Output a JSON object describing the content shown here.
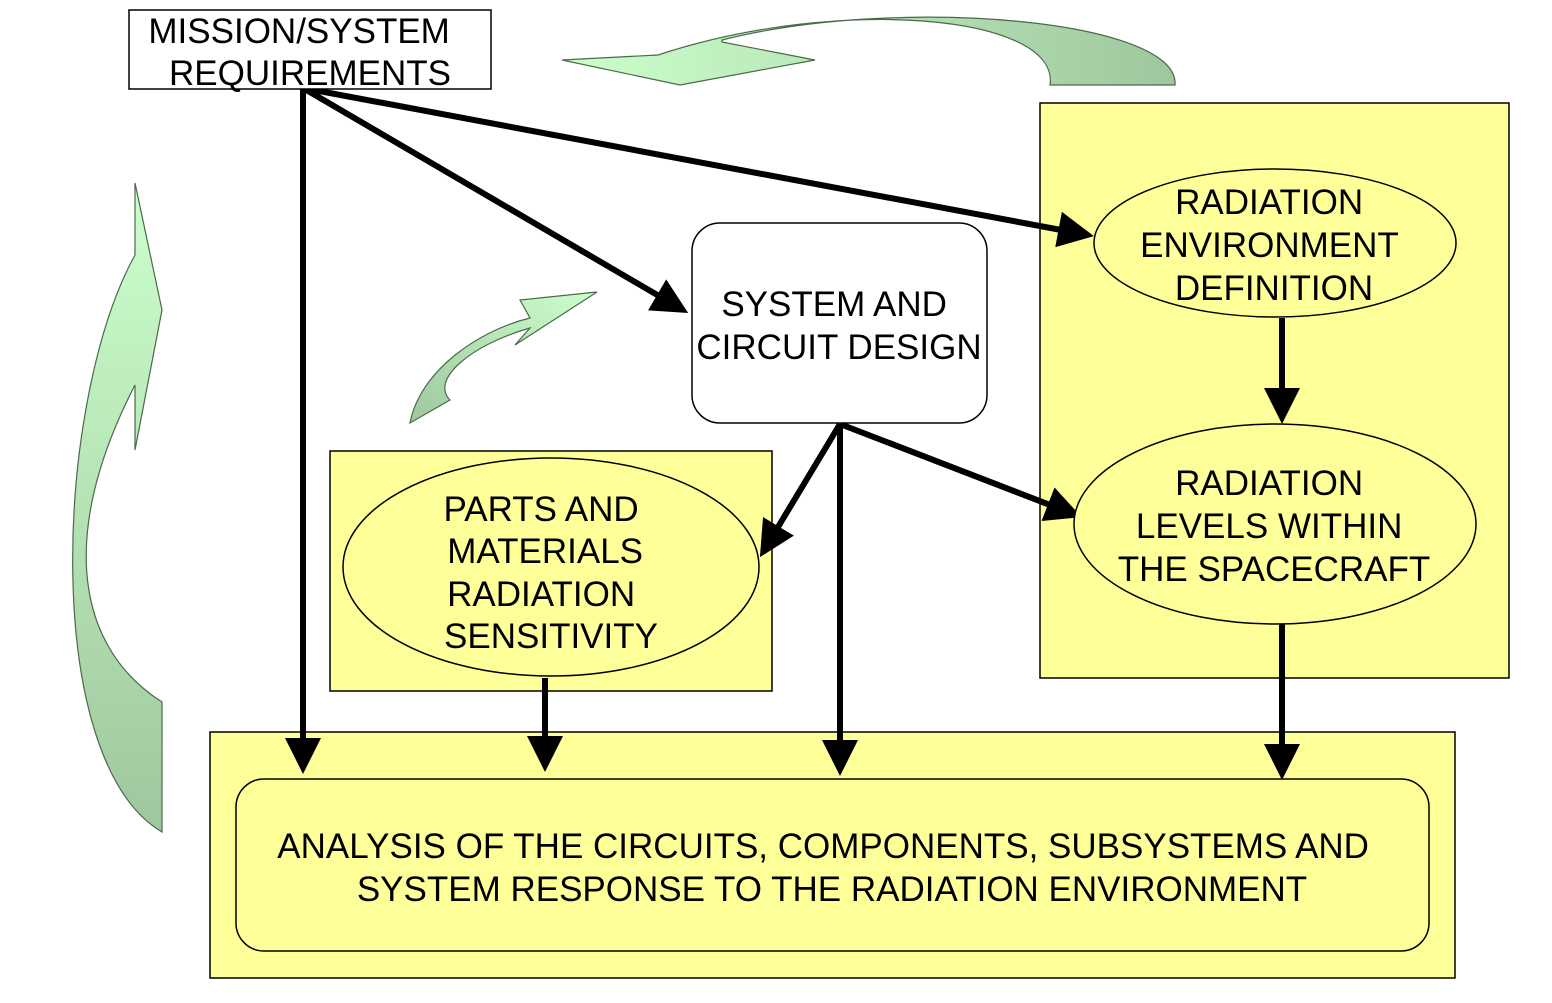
{
  "colors": {
    "panel_fill": "#ffff99",
    "light_green": "#ccffcc",
    "dark_green": "#a0c8a0",
    "line": "#000000"
  },
  "nodes": {
    "mission_requirements": [
      "MISSION/SYSTEM",
      "REQUIREMENTS"
    ],
    "system_circuit_design": [
      "SYSTEM AND",
      "CIRCUIT DESIGN"
    ],
    "radiation_environment": [
      "RADIATION",
      "ENVIRONMENT",
      "DEFINITION"
    ],
    "radiation_levels": [
      "RADIATION",
      "LEVELS WITHIN",
      "THE SPACECRAFT"
    ],
    "parts_materials": [
      "PARTS AND",
      "MATERIALS",
      "RADIATION",
      "SENSITIVITY"
    ],
    "analysis": [
      "ANALYSIS OF THE CIRCUITS, COMPONENTS, SUBSYSTEMS AND",
      "SYSTEM RESPONSE TO THE RADIATION ENVIRONMENT"
    ]
  },
  "icons": {
    "feedback_arrows": [
      "curved-arrow-top-icon",
      "curved-arrow-left-icon",
      "curved-arrow-center-icon"
    ]
  }
}
